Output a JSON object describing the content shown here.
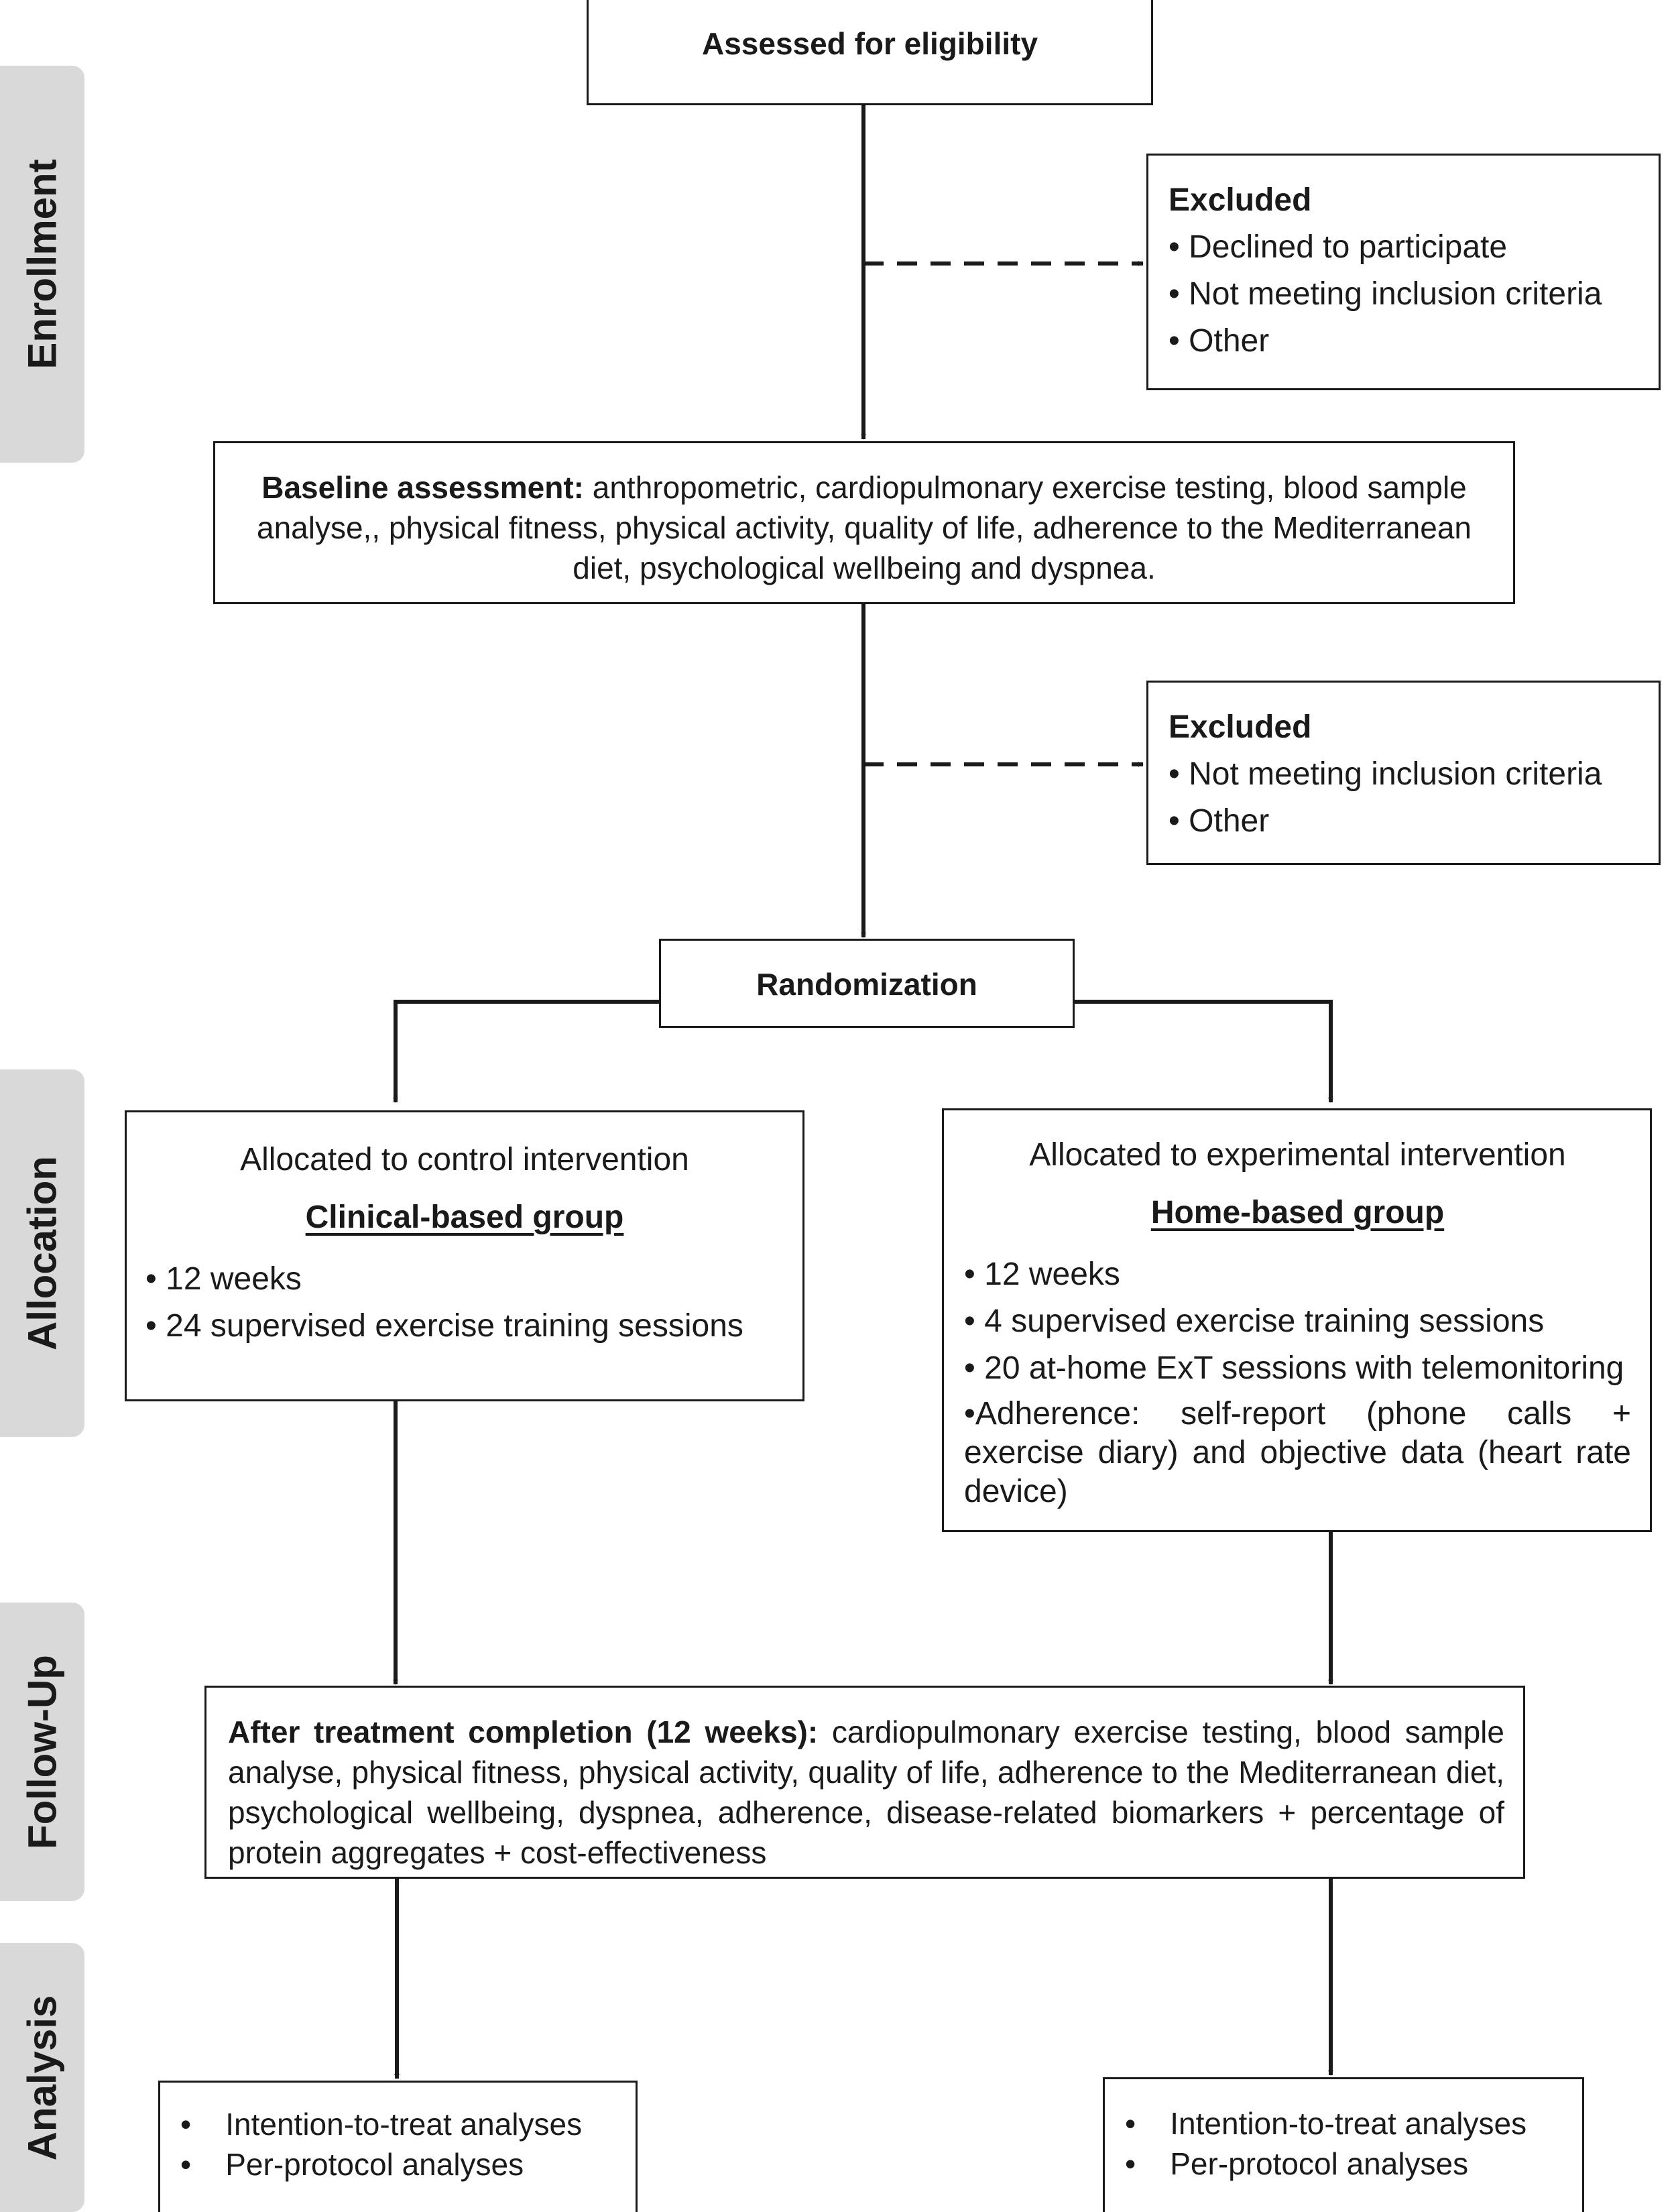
{
  "stages": {
    "enrollment": "Enrollment",
    "allocation": "Allocation",
    "follow_up": "Follow-Up",
    "analysis": "Analysis"
  },
  "assessed": "Assessed for eligibility",
  "excluded1": {
    "title": "Excluded",
    "items": [
      "Declined to participate",
      "Not meeting inclusion criteria",
      "Other"
    ]
  },
  "baseline": {
    "label": "Baseline assessment:",
    "text": " anthropometric, cardiopulmonary exercise testing, blood sample analyse,, physical fitness, physical activity, quality of life, adherence to the Mediterranean diet,  psychological wellbeing and dyspnea."
  },
  "excluded2": {
    "title": "Excluded",
    "items": [
      "Not meeting inclusion criteria",
      "Other"
    ]
  },
  "randomization": "Randomization",
  "control": {
    "heading": "Allocated to control intervention",
    "group": "Clinical-based group",
    "items": [
      "12 weeks",
      "24 supervised exercise training sessions"
    ]
  },
  "experimental": {
    "heading": "Allocated to experimental intervention",
    "group": "Home-based group",
    "items": [
      "12 weeks",
      "4 supervised exercise training sessions",
      "20 at-home ExT sessions with telemonitoring"
    ],
    "adherence": "Adherence: self-report (phone calls + exercise diary) and objective data (heart rate device)"
  },
  "followup": {
    "label": "After treatment completion (12 weeks):",
    "text": "  cardiopulmonary exercise testing, blood sample analyse, physical fitness, physical activity, quality of life, adherence to the Mediterranean diet,  psychological wellbeing, dyspnea, adherence, disease-related biomarkers + percentage of protein aggregates + cost-effectiveness"
  },
  "analysis_left": [
    "Intention-to-treat analyses",
    "Per-protocol analyses"
  ],
  "analysis_right": [
    "Intention-to-treat analyses",
    "Per-protocol analyses"
  ]
}
